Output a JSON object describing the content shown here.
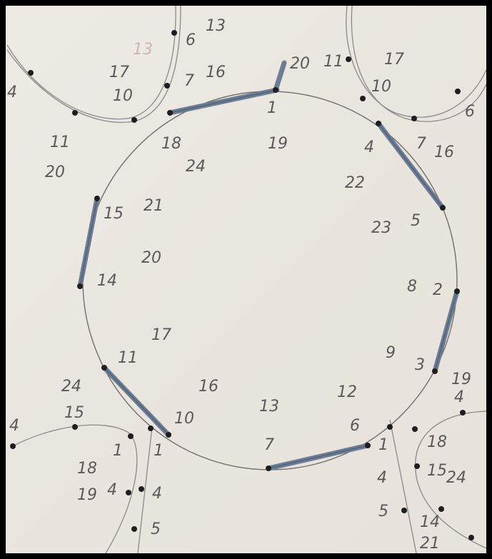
{
  "image": {
    "circle_labels": [
      {
        "id": "c1",
        "text": "1"
      },
      {
        "id": "c19a",
        "text": "19"
      },
      {
        "id": "c18",
        "text": "18"
      },
      {
        "id": "c24",
        "text": "24"
      },
      {
        "id": "c4",
        "text": "4"
      },
      {
        "id": "c22",
        "text": "22"
      },
      {
        "id": "c15",
        "text": "15"
      },
      {
        "id": "c21",
        "text": "21"
      },
      {
        "id": "c23",
        "text": "23"
      },
      {
        "id": "c5",
        "text": "5"
      },
      {
        "id": "c20",
        "text": "20"
      },
      {
        "id": "c14",
        "text": "14"
      },
      {
        "id": "c8",
        "text": "8"
      },
      {
        "id": "c2",
        "text": "2"
      },
      {
        "id": "c17",
        "text": "17"
      },
      {
        "id": "c11",
        "text": "11"
      },
      {
        "id": "c9",
        "text": "9"
      },
      {
        "id": "c3",
        "text": "3"
      },
      {
        "id": "c16",
        "text": "16"
      },
      {
        "id": "c12",
        "text": "12"
      },
      {
        "id": "c10",
        "text": "10"
      },
      {
        "id": "c13",
        "text": "13"
      },
      {
        "id": "c6",
        "text": "6"
      },
      {
        "id": "c7",
        "text": "7"
      },
      {
        "id": "c19b",
        "text": "19"
      }
    ],
    "outer_labels": [
      {
        "id": "o6",
        "text": "6"
      },
      {
        "id": "o13",
        "text": "13"
      },
      {
        "id": "o20",
        "text": "20"
      },
      {
        "id": "o11",
        "text": "11"
      },
      {
        "id": "o17a",
        "text": "17"
      },
      {
        "id": "o17b",
        "text": "17"
      },
      {
        "id": "o13f",
        "text": "13"
      },
      {
        "id": "o7",
        "text": "7"
      },
      {
        "id": "o16",
        "text": "16"
      },
      {
        "id": "o10a",
        "text": "10"
      },
      {
        "id": "o10b",
        "text": "10"
      },
      {
        "id": "o4a",
        "text": "4"
      },
      {
        "id": "o6b",
        "text": "6"
      },
      {
        "id": "o7b",
        "text": "7"
      },
      {
        "id": "o16b",
        "text": "16"
      },
      {
        "id": "o11b",
        "text": "11"
      },
      {
        "id": "o20b",
        "text": "20"
      },
      {
        "id": "o24",
        "text": "24"
      },
      {
        "id": "o15",
        "text": "15"
      },
      {
        "id": "o4b",
        "text": "4"
      },
      {
        "id": "o1",
        "text": "1"
      },
      {
        "id": "o18",
        "text": "18"
      },
      {
        "id": "o19",
        "text": "19"
      },
      {
        "id": "o4c",
        "text": "4"
      },
      {
        "id": "o4d",
        "text": "4"
      },
      {
        "id": "o5a",
        "text": "5"
      },
      {
        "id": "o1b",
        "text": "1"
      },
      {
        "id": "o4e",
        "text": "4"
      },
      {
        "id": "o5b",
        "text": "5"
      },
      {
        "id": "o1c",
        "text": "1"
      },
      {
        "id": "o18b",
        "text": "18"
      },
      {
        "id": "o15b",
        "text": "15"
      },
      {
        "id": "o24b",
        "text": "24"
      },
      {
        "id": "o14",
        "text": "14"
      },
      {
        "id": "o21",
        "text": "21"
      },
      {
        "id": "o4f",
        "text": "4"
      }
    ]
  }
}
